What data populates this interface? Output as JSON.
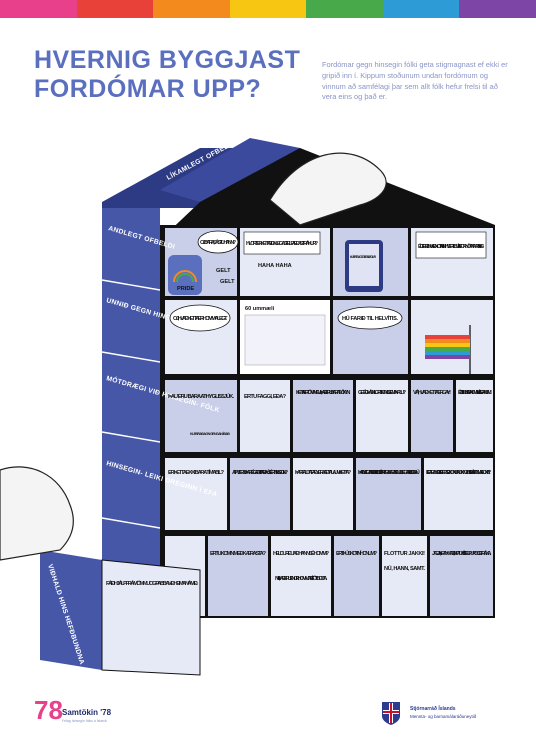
{
  "colors": {
    "rainbow": [
      "#e8408a",
      "#e8413a",
      "#f28a1e",
      "#f6c613",
      "#48a94a",
      "#2d9bd6",
      "#7c45a6"
    ],
    "title": "#5b6fbf",
    "dark": "#2d3a84",
    "panel": "#c9cfe8"
  },
  "title": {
    "line1": "HVERNIG BYGGJAST",
    "line2": "FORDÓMAR UPP?"
  },
  "intro": "Fordómar gegn hinsegin fólki geta stigmagnast ef ekki er gripið inn í. Kippum stoðunum undan fordómum og vinnum að samfélagi þar sem allt fólk hefur frelsi til að vera eins og það er.",
  "levels": {
    "roof": "LÍKAMLEGT OFBELDI",
    "l1": "ANDLEGT OFBELDI",
    "l2": "UNNIÐ GEGN HINSEGIN- LEIKA",
    "l3": "MÓTDRÆGI VIÐ HINSEGIN- FÓLK",
    "l4": "HINSEGIN- LEIKI DREGINN Í EFA",
    "l5": "VIÐHALD HINS HEFÐBUNDNA"
  },
  "bubbles": {
    "r1a": "OJ BARA, SÁSTU HANN?",
    "r1b": "HVORT ER ÞETTA EIGINLEGA STELPA EÐA STRÁKUR?",
    "r1c": "HAHA HAHA",
    "r1d": "ÞÚ ERT SVO ÓGEÐSLEGUR",
    "r1e": "ÉG FER EKKI AÐ NOTA EINHVER TILBÚIN FORNÖFN FYRIR ÞIG!",
    "r1f": "GELT",
    "r1g": "GELT",
    "r1h": "PRIDE",
    "r2a": "OJ, HVAÐ ÞETTA ER HOMMALEGT.",
    "r2b": "60 ummæli",
    "r2c": "HÚ FARIÐ TIL HELVÍTIS.",
    "r3a": "ÞAU ERU BARA ATHYGLISSJÚK.",
    "r3b": "ERTU FAGGI, EÐA?",
    "r3c": "ÞETTA ER TÓM ÞVELA, ÞAÐ ERU BARA TVÖ KYN.",
    "r3d": "GET ÉG ÞÁ SKILGREINT MIG SEM ÞYRLU?",
    "r3e": "VÁ, HVAÐ ÞETTA ER GAY!",
    "r3f": "ÉG VIL EKKI HAFA HOMMA Í KLEFANUM.",
    "r3g": "KLEBRAÐAGN GENGAN Í BAÐ",
    "r4a": "ER ÞETTA EKKI BARA TÍMABIL?",
    "r4b": "AF HVERJU ÞARF ÉG AÐ VITA AÐ ÞÚ SÉRT HINSEGIN?",
    "r4c": "ÞARF ALLTAF AÐ VERA AÐ TALA UM ÞETTA?",
    "r4d": "ÞAÐ MEGA ÞEIR FLEIRI LESBÍUR VERA BARA BENJULEGAR EINS OG ÞÚ.",
    "r4e": "EIGA TRANS OG INTERSEX KONUR NOKKUÐ HEIMA Í KVENNAFLOKKI?",
    "r5a": "FÁIÐ HJÁLP FRÁ MÖMMU OG PABBA VIÐ HEIMANÁMIÐ.",
    "r5b": "ERTU KOMIN MEÐ KÆRASTA?",
    "r5c": "HELDURÐU AÐ HANN SÉ HOMMI?",
    "r5d": "NEI, ÞAÐ ERU ENGIR HOMMAR Í FÓTBOLTA.",
    "r5e": "ERT ÞÚ SKOTIN Í HONUM?",
    "r5f": "FLOTTUR JAKKI!",
    "r5g": "NÚ, HANN, SAMT.",
    "r5h": "JÆJA, KRAKKAR, SKIPTUM Í STELPUR OG STRÁKA."
  },
  "footer": {
    "logo_num": "78",
    "logo_name": "Samtökin '78",
    "logo_sub": "Félag hinsegin fólks á Íslandi",
    "gov1": "Stjórnarráð Íslands",
    "gov2": "Mennta- og barnamálaráðuneytið"
  }
}
